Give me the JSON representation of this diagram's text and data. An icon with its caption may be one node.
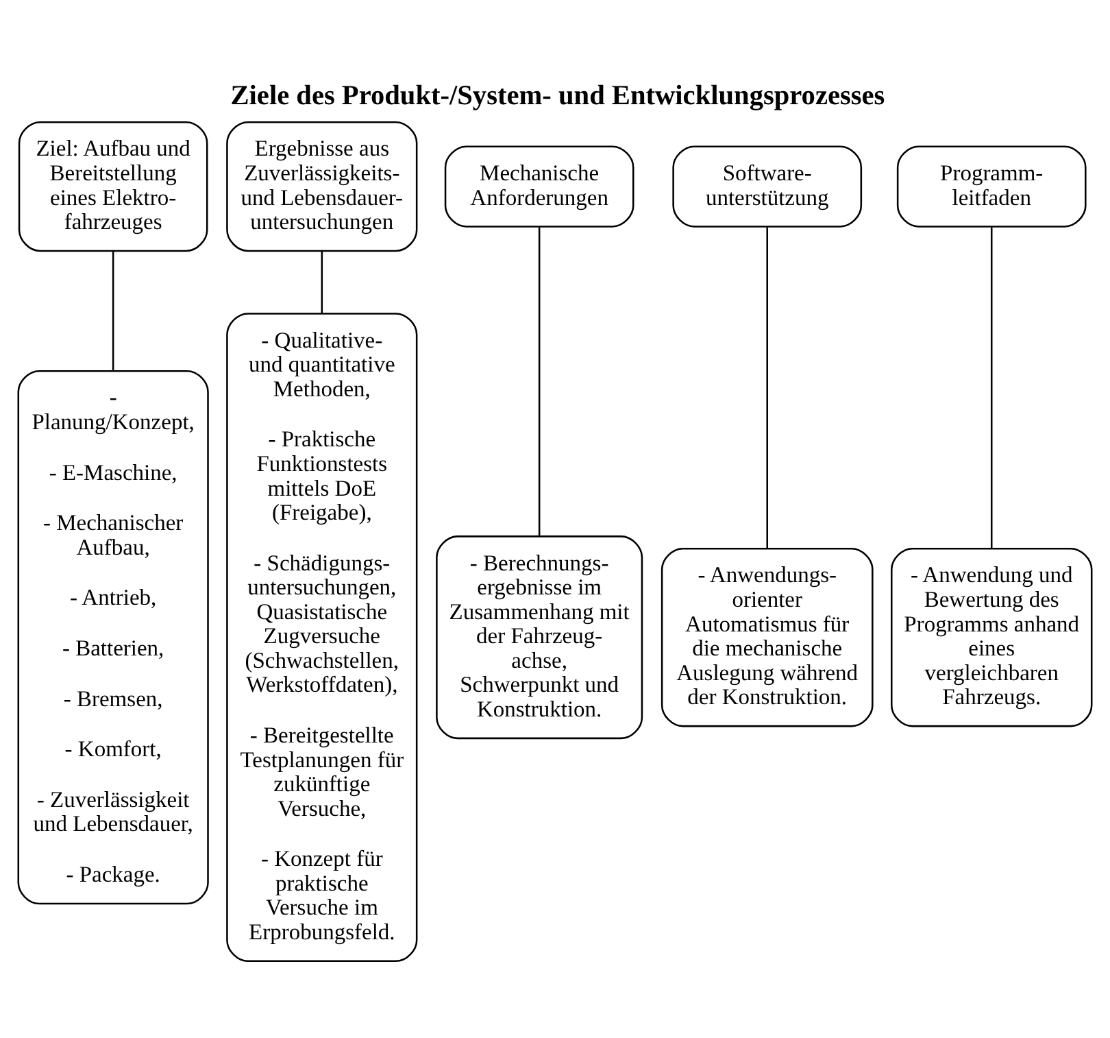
{
  "diagram": {
    "title": "Ziele des Produkt-/System- und Entwicklungsprozesses",
    "nodes": [
      {
        "text": [
          "Ziel: Aufbau und Bereitstellung eines Elektro- fahrzeuges"
        ]
      },
      {
        "text": [
          "Ergebnisse aus Zuverlässigkeits- und Lebensdauer- untersuchungen"
        ]
      },
      {
        "text": [
          "Mechanische Anforderungen"
        ]
      },
      {
        "text": [
          "Software- unterstützung"
        ]
      },
      {
        "text": [
          "Programm- leitfaden"
        ]
      },
      {
        "text": [
          "- Planung/Konzept,",
          "- E-Maschine,",
          "- Mechanischer Aufbau,",
          "- Antrieb,",
          "- Batterien,",
          "- Bremsen,",
          "- Komfort,",
          "- Zuverlässigkeit und Lebensdauer,",
          "- Package."
        ]
      },
      {
        "text": [
          "- Qualitative- und quantitative Methoden,",
          "- Praktische Funktionstests mittels DoE (Freigabe),",
          "- Schädigungs- untersuchungen, Quasistatische Zugversuche (Schwachstellen, Werkstoffdaten),",
          "- Bereitgestellte Testplanungen für zukünftige Versuche,",
          "- Konzept für praktische Versuche im Erprobungsfeld."
        ]
      },
      {
        "text": [
          "- Berechnungs- ergebnisse im Zusammenhang mit der Fahrzeug- achse, Schwerpunkt und Konstruktion."
        ]
      },
      {
        "text": [
          "- Anwendungs- orienter Automatismus für die mechanische Auslegung während der Konstruktion."
        ]
      },
      {
        "text": [
          "- Anwendung und Bewertung des Programms anhand eines vergleichbaren Fahrzeugs."
        ]
      }
    ],
    "edges": [
      {
        "from": 0,
        "to": 5,
        "arrow": "none"
      },
      {
        "from": 1,
        "to": 6,
        "arrow": "none"
      },
      {
        "from": 2,
        "to": 7,
        "arrow": "none"
      },
      {
        "from": 3,
        "to": 8,
        "arrow": "none"
      },
      {
        "from": 4,
        "to": 9,
        "arrow": "none"
      }
    ]
  }
}
